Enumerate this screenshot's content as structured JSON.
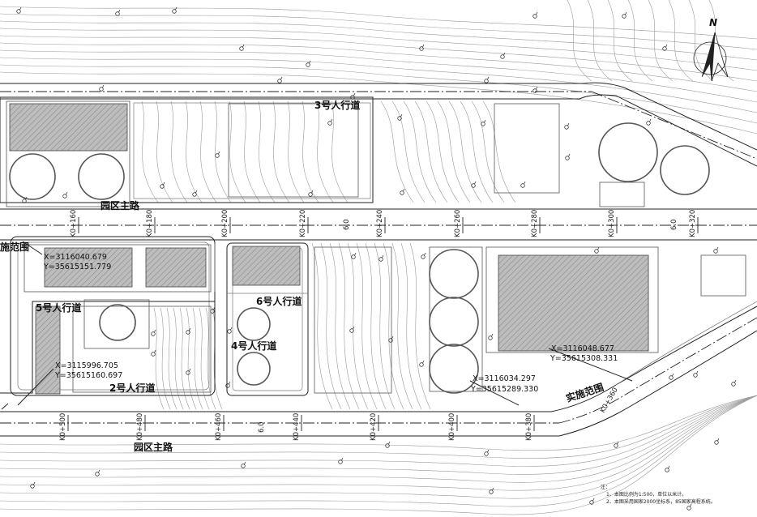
{
  "labels": {
    "sidewalk3": "3号人行道",
    "sidewalk5": "5号人行道",
    "sidewalk6": "6号人行道",
    "sidewalk4": "4号人行道",
    "sidewalk2": "2号人行道",
    "park_main_road_top": "园区主路",
    "park_main_road_bottom": "园区主路",
    "scope_left": "施范围",
    "scope_right": "实施范围"
  },
  "coordinates": [
    {
      "x": "X=3116040.679",
      "y": "Y=35615151.779"
    },
    {
      "x": "X=3115996.705",
      "y": "Y=35615160.697"
    },
    {
      "x": "X=3116034.297",
      "y": "Y=35615289.330"
    },
    {
      "x": "X=3116048.677",
      "y": "Y=35615308.331"
    }
  ],
  "stations_top": [
    "K0+160",
    "K0+180",
    "K0+200",
    "K0+220",
    "K0+240",
    "K0+260",
    "K0+280",
    "K0+300",
    "K0+320"
  ],
  "stations_top_misc": [
    "6.0",
    "6.0"
  ],
  "stations_bottom": [
    "K0+500",
    "K0+480",
    "K0+460",
    "K0+440",
    "K0+420",
    "K0+400",
    "K0+380",
    "K0+360"
  ],
  "stations_bottom_misc": [
    "6.0"
  ],
  "north_label": "N",
  "notes": {
    "heading": "注：",
    "line1": "1、本图比例为1:500，单位以米计。",
    "line2": "2、本图采用国家2000坐标系，85国家高程系统。"
  }
}
